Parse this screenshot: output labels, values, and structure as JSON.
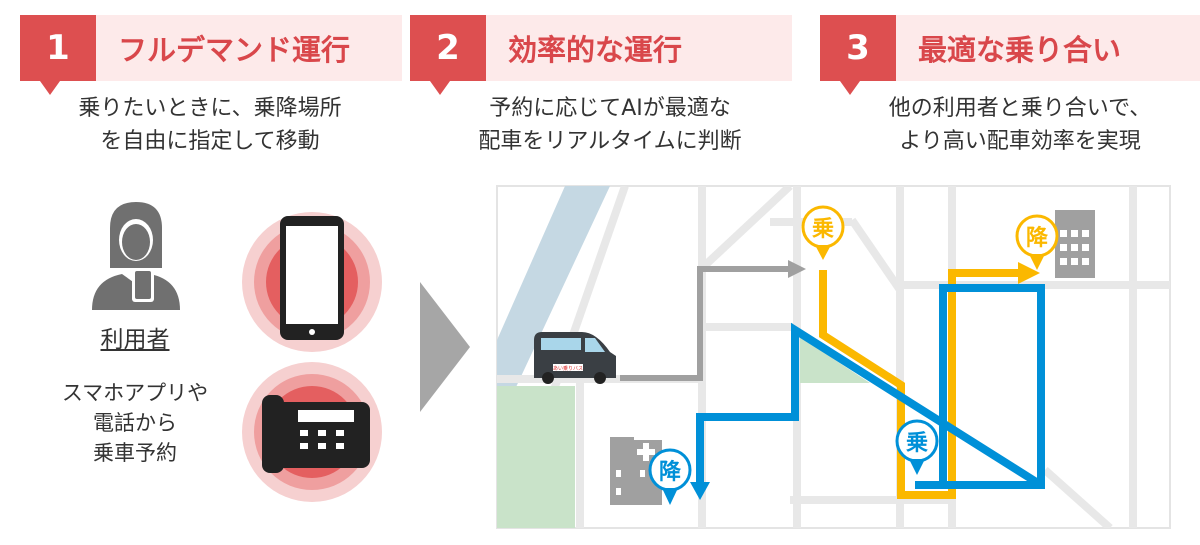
{
  "steps": [
    {
      "number": "1",
      "title": "フルデマンド運行",
      "desc_line1": "乗りたいときに、乗降場所",
      "desc_line2": "を自由に指定して移動"
    },
    {
      "number": "2",
      "title": "効率的な運行",
      "desc_line1": "予約に応じてAIが最適な",
      "desc_line2": "配車をリアルタイムに判断"
    },
    {
      "number": "3",
      "title": "最適な乗り合い",
      "desc_line1": "他の利用者と乗り合いで、",
      "desc_line2": "より高い配車効率を実現"
    }
  ],
  "user_label": "利用者",
  "booking_line1": "スマホアプリや",
  "booking_line2": "電話から",
  "booking_line3": "乗車予約",
  "pins": {
    "board": "乗",
    "alight": "降"
  },
  "van_label": "あい乗りバス",
  "colors": {
    "accent": "#dd4f50",
    "yellow": "#fbb800",
    "blue": "#0090d8",
    "gray": "#a0a0a0"
  }
}
